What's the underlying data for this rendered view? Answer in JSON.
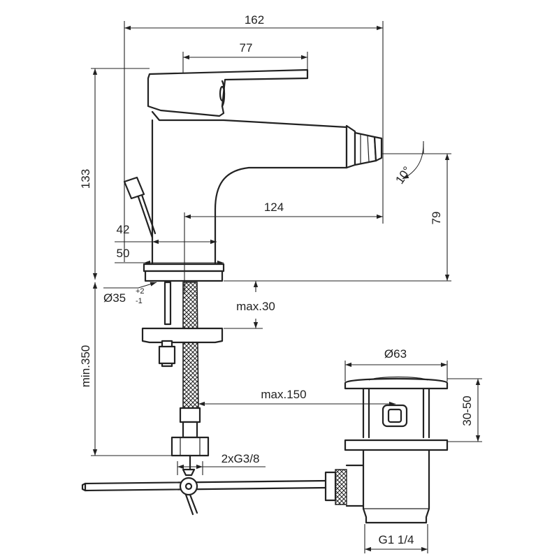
{
  "dimensions": {
    "overall_width": "162",
    "lever_length": "77",
    "total_height": "133",
    "spout_reach": "124",
    "spout_height": "79",
    "tilt_angle": "10°",
    "base_width_42": "42",
    "base_width_50": "50",
    "hole_diameter": "Ø35",
    "hole_tolerance_upper": "+2",
    "hole_tolerance_lower": "-1",
    "max_deck": "max.30",
    "min_hose": "min.350",
    "waste_diameter": "Ø63",
    "max_rod": "max.150",
    "waste_height": "30-50",
    "connection": "2xG3/8",
    "waste_thread": "G1 1/4"
  }
}
